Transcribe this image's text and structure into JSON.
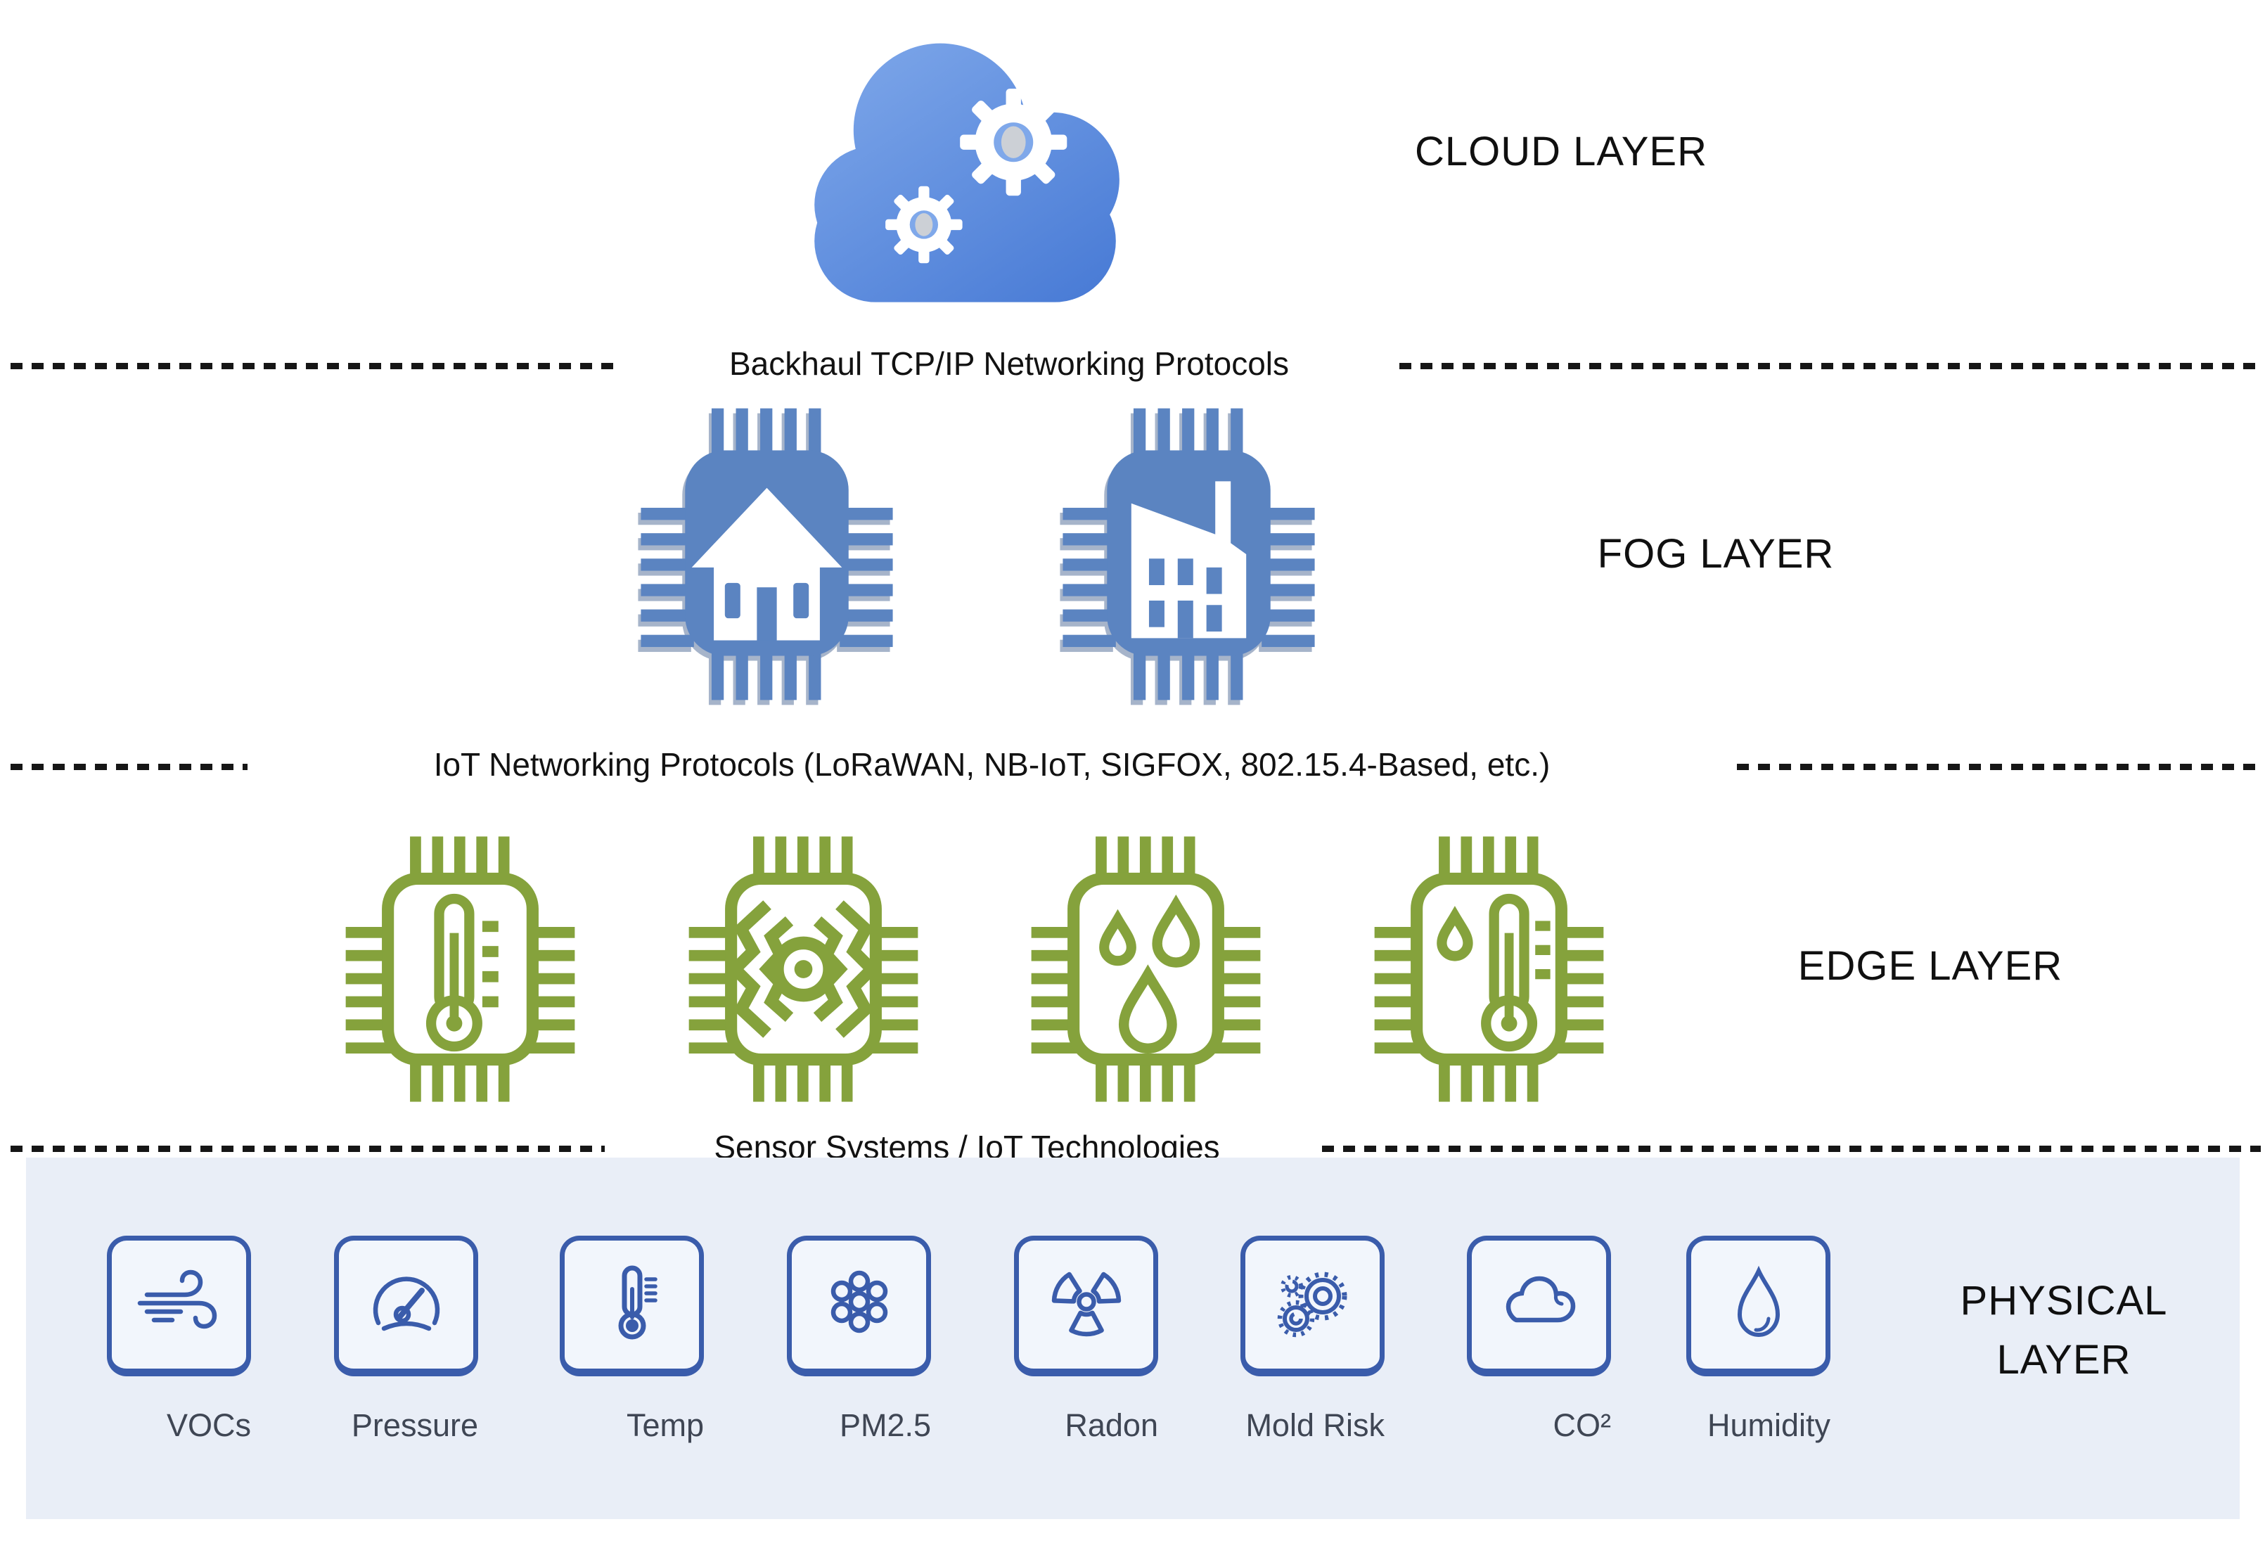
{
  "layers": {
    "cloud": {
      "label": "CLOUD LAYER",
      "icon": "cloud-gears-icon"
    },
    "fog": {
      "label": "FOG LAYER",
      "chips": [
        {
          "icon": "chip-smart-home-icon"
        },
        {
          "icon": "chip-smart-factory-icon"
        }
      ]
    },
    "edge": {
      "label": "EDGE LAYER",
      "chips": [
        {
          "icon": "chip-thermometer-icon"
        },
        {
          "icon": "chip-vibration-icon"
        },
        {
          "icon": "chip-water-drops-icon"
        },
        {
          "icon": "chip-temp-humidity-icon"
        }
      ]
    },
    "physical": {
      "label": "PHYSICAL LAYER",
      "sensors": [
        {
          "label": "VOCs",
          "icon": "wind-icon"
        },
        {
          "label": "Pressure",
          "icon": "gauge-icon"
        },
        {
          "label": "Temp",
          "icon": "thermometer-icon"
        },
        {
          "label": "PM2.5",
          "icon": "particles-icon"
        },
        {
          "label": "Radon",
          "icon": "radiation-icon"
        },
        {
          "label": "Mold Risk",
          "icon": "mold-spores-icon"
        },
        {
          "label": "CO²",
          "icon": "co2-cloud-icon"
        },
        {
          "label": "Humidity",
          "icon": "water-drop-icon"
        }
      ]
    }
  },
  "dividers": [
    {
      "label": "Backhaul TCP/IP Networking Protocols"
    },
    {
      "label": "IoT Networking Protocols (LoRaWAN, NB-IoT, SIGFOX, 802.15.4-Based, etc.)"
    },
    {
      "label": "Sensor Systems / IoT Technologies"
    }
  ],
  "colors": {
    "cloud_blue_top": "#7fa8ea",
    "cloud_blue_bottom": "#4a7cd6",
    "chip_blue": "#5b84c1",
    "chip_blue_shadow": "#48689c",
    "chip_green": "#85a23c",
    "band_background": "#e9eef7",
    "tile_border": "#3a5cab",
    "sensor_icon_stroke": "#3a5cab"
  }
}
